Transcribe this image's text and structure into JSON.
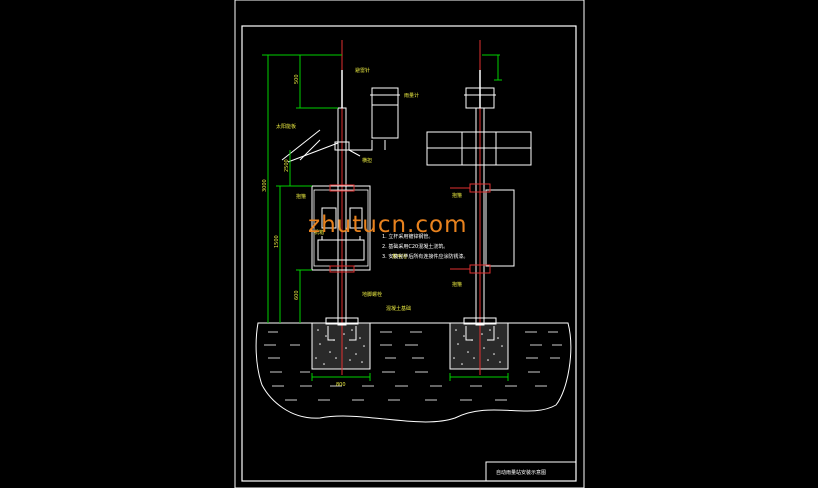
{
  "watermark": "zhutucn.com",
  "title_block": "自动雨量站安装示意图",
  "left_view": {
    "top_callout": "避雷针",
    "rain_gauge": "雨量计",
    "solar_panel": "太阳能板",
    "crossarm": "横担",
    "clamp": "抱箍",
    "cabinet": "机箱",
    "battery": "蓄电池",
    "ground_bolt": "地脚螺栓",
    "foundation": "混凝土基础",
    "dims": [
      "500",
      "3000",
      "1500",
      "2500",
      "600",
      "800"
    ]
  },
  "right_view": {
    "clamp_upper": "抱箍",
    "clamp_lower": "抱箍"
  },
  "notes": [
    "1. 立杆采用镀锌钢管。",
    "2. 基础采用C20混凝土浇筑。",
    "3. 安装完毕后所有连接件应涂防锈漆。"
  ]
}
